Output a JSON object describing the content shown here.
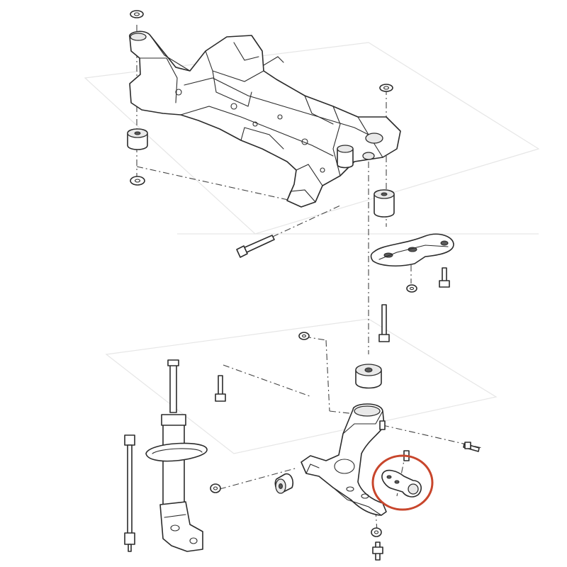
{
  "diagram": {
    "description_free": true,
    "highlight_color": "#c8462c",
    "line_color": "#2b2b2b",
    "background": "#ffffff",
    "parts": [
      "front-subframe",
      "subframe-bushing-left",
      "subframe-bushing-right",
      "subframe-washer-top-left",
      "subframe-washer-bottom-left",
      "subframe-washer-top-right",
      "subframe-mount-bolt",
      "stay-bracket",
      "lower-arm",
      "lower-arm-bushing-front",
      "lower-arm-bushing-rear",
      "ball-joint",
      "strut-assembly",
      "stabilizer-link",
      "nut",
      "bolt"
    ]
  }
}
